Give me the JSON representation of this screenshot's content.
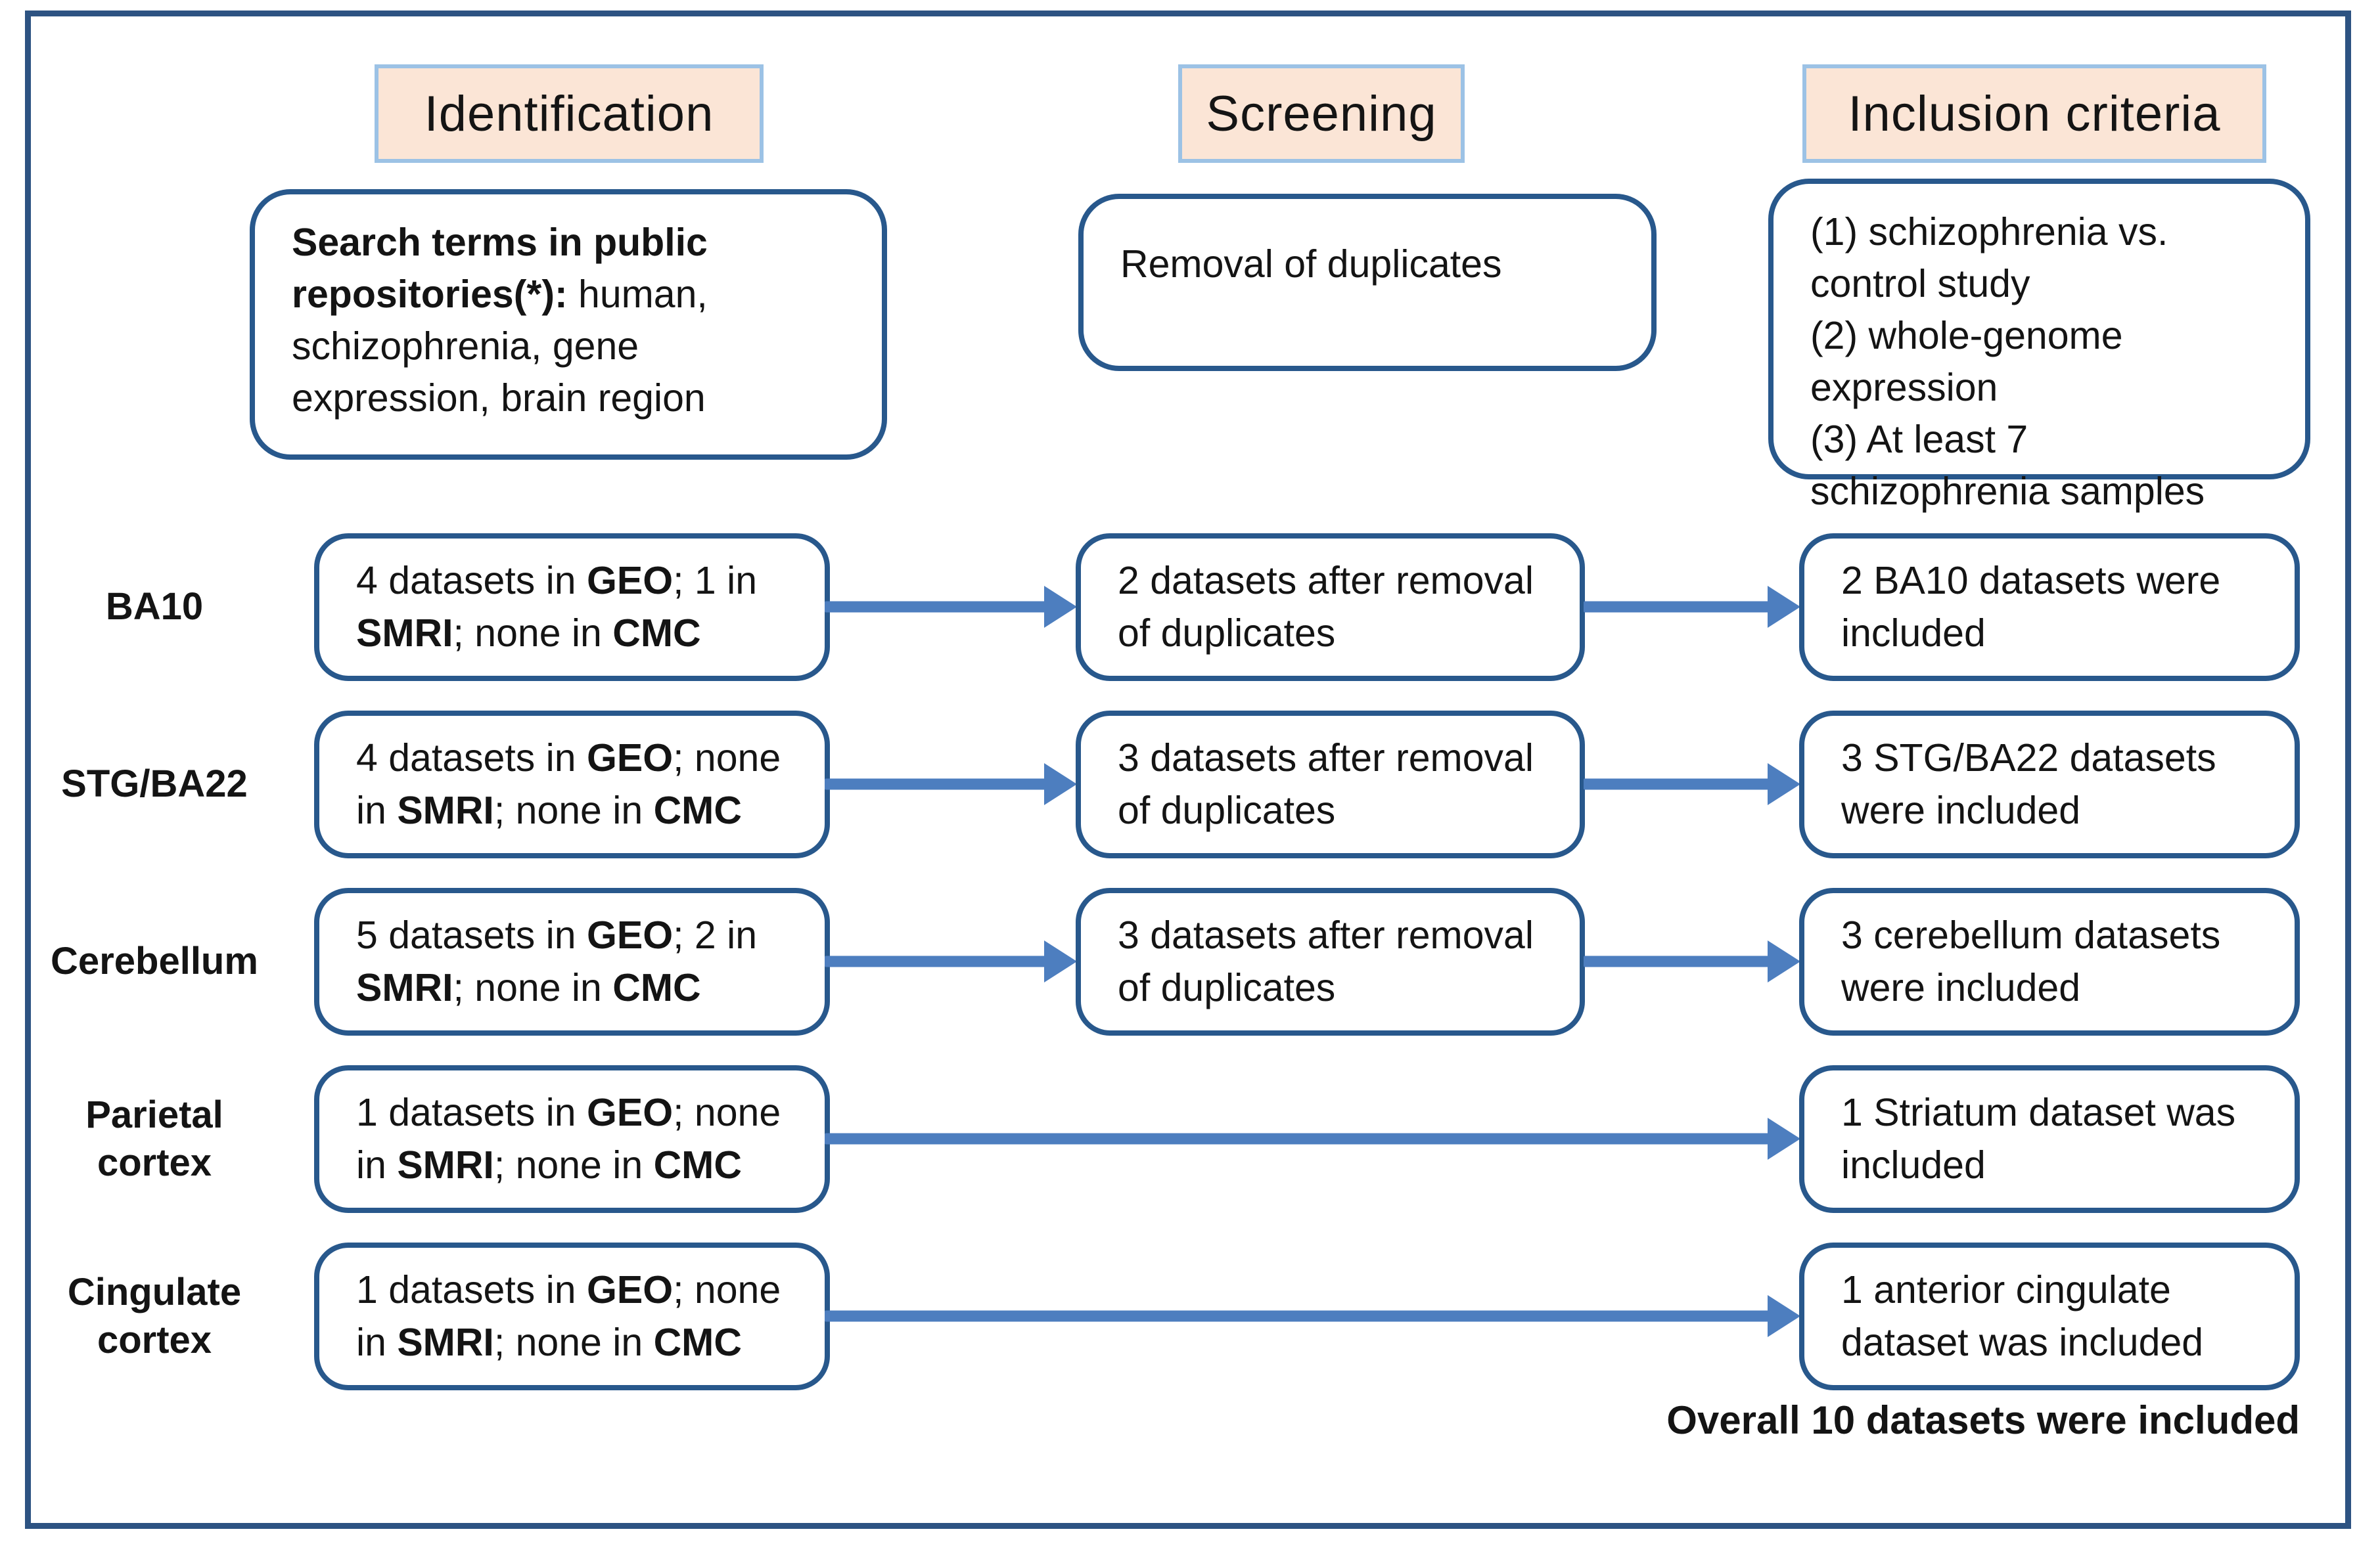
{
  "figure": {
    "columns": {
      "identification": "Identification",
      "screening": "Screening",
      "inclusion": "Inclusion criteria"
    },
    "top": {
      "search_bold": "Search terms in public repositories(*):",
      "search_rest": " human, schizophrenia, gene expression, brain region",
      "screening_box": "Removal of duplicates",
      "criteria": [
        "(1) schizophrenia vs. control study",
        "(2) whole-genome expression",
        "(3) At least 7 schizophrenia samples"
      ]
    },
    "rows": [
      {
        "label": "BA10",
        "id_parts": [
          "4 datasets in ",
          "GEO",
          "; 1 in ",
          "SMRI",
          "; none in ",
          "CMC"
        ],
        "screening": "2 datasets after removal of duplicates",
        "inclusion": "2 BA10 datasets were included"
      },
      {
        "label": "STG/BA22",
        "id_parts": [
          "4 datasets in ",
          "GEO",
          "; none in ",
          "SMRI",
          "; none in ",
          "CMC"
        ],
        "screening": "3 datasets after removal of duplicates",
        "inclusion": "3 STG/BA22  datasets were included"
      },
      {
        "label": "Cerebellum",
        "id_parts": [
          "5 datasets in ",
          "GEO",
          "; 2 in ",
          "SMRI",
          "; none in ",
          "CMC"
        ],
        "screening": "3 datasets after removal of duplicates",
        "inclusion": "3 cerebellum datasets were included"
      },
      {
        "label": "Parietal cortex",
        "id_parts": [
          "1 datasets in ",
          "GEO",
          "; none in ",
          "SMRI",
          "; none in ",
          "CMC"
        ],
        "screening": null,
        "inclusion": "1 Striatum dataset was included"
      },
      {
        "label": "Cingulate cortex",
        "id_parts": [
          "1 datasets in ",
          "GEO",
          "; none in ",
          "SMRI",
          "; none in ",
          "CMC"
        ],
        "screening": null,
        "inclusion": "1 anterior cingulate dataset was included"
      }
    ],
    "footer": "Overall 10 datasets were included",
    "colors": {
      "box_border": "#28588c",
      "frame_border": "#2d5382",
      "arrow": "#4d7ebf",
      "header_fill": "#fbe5d6",
      "header_border": "#9cc2e5"
    }
  }
}
